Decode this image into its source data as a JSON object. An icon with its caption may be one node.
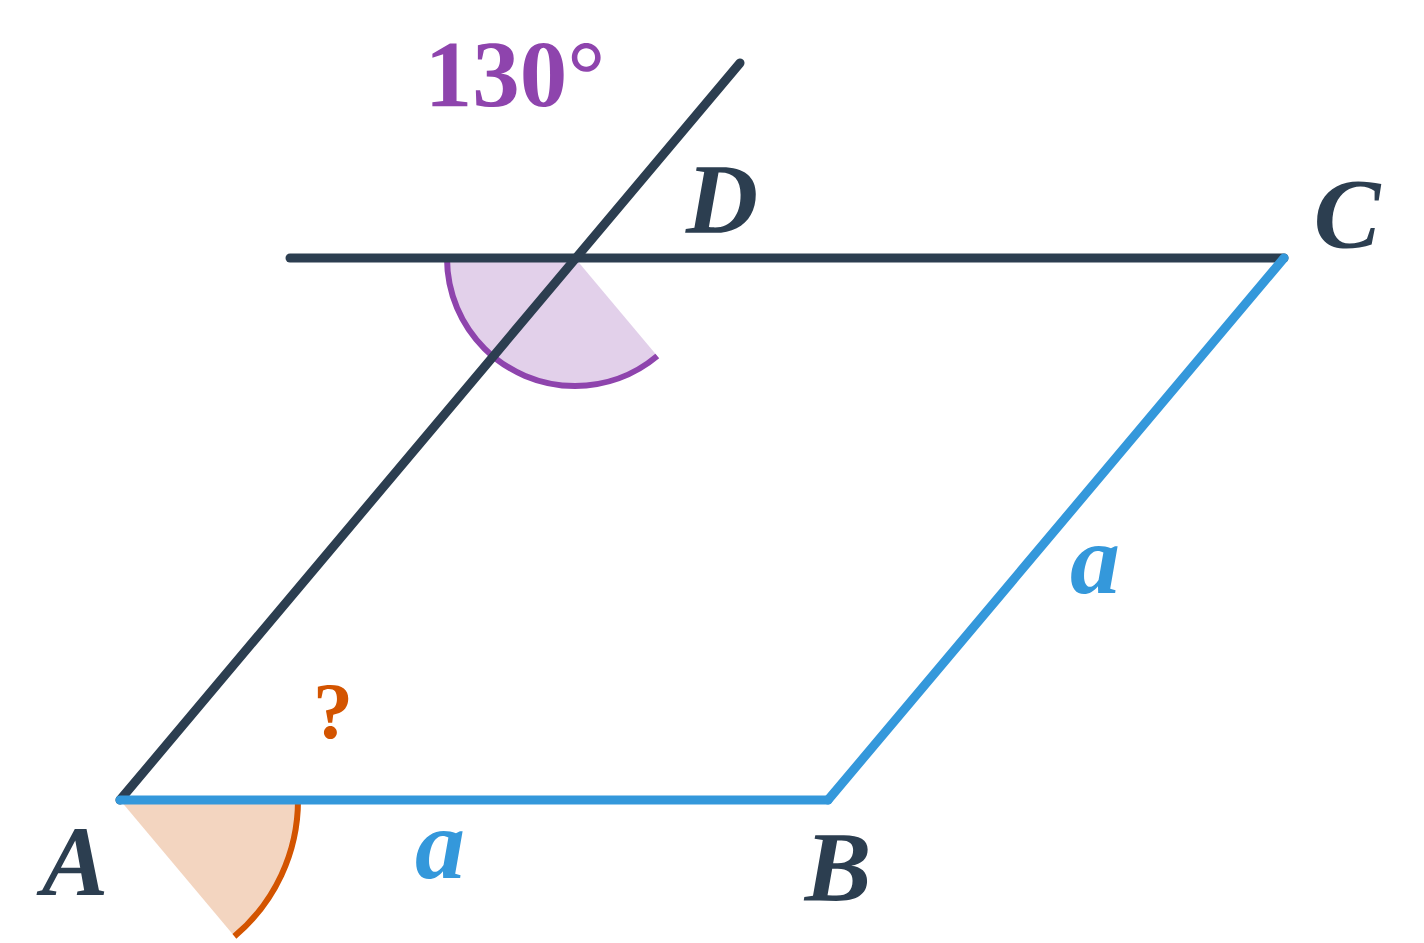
{
  "diagram": {
    "labels": [
      "130°",
      "D",
      "C",
      "?",
      "a",
      "A",
      "a",
      "B"
    ]
  }
}
